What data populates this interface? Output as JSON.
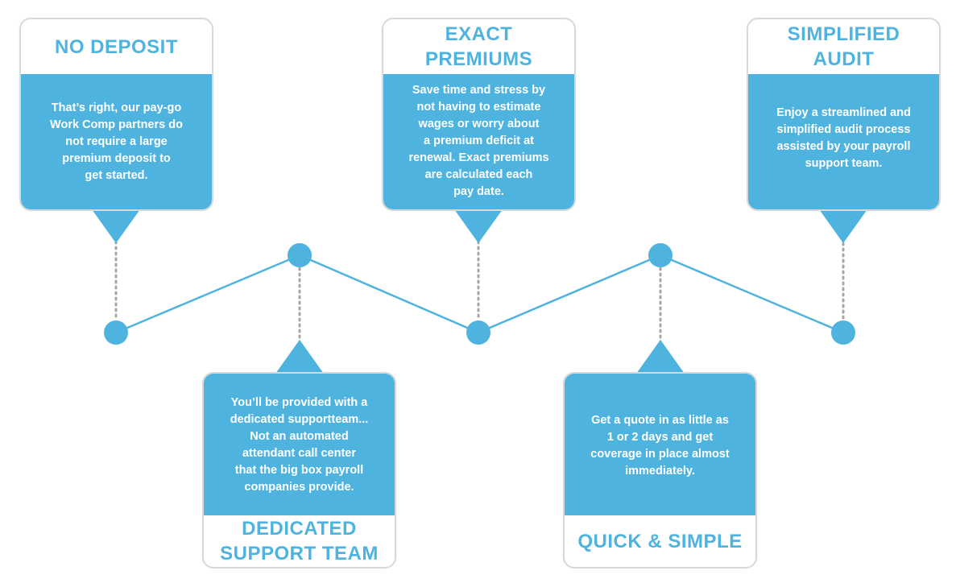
{
  "colors": {
    "accent": "#4fb3e0",
    "card_border": "#d9d9d9",
    "connector": "#a6a6a6"
  },
  "cards": [
    {
      "title": "NO DEPOSIT",
      "body": [
        "That’s right, our pay-go",
        "Work Comp partners do",
        "not require a large",
        "premium deposit to",
        "get started."
      ]
    },
    {
      "title": "EXACT\nPREMIUMS",
      "body": [
        "Save time and stress by",
        "not having to estimate",
        "wages or worry about",
        "a premium deficit at",
        "renewal. Exact premiums",
        "are calculated each",
        "pay date."
      ]
    },
    {
      "title": "SIMPLIFIED\nAUDIT",
      "body": [
        "Enjoy a streamlined and",
        "simplified audit process",
        "assisted by your payroll",
        "support team."
      ]
    },
    {
      "title": "DEDICATED\nSUPPORT TEAM",
      "body": [
        "You’ll be provided with a",
        "dedicated supportteam...",
        "Not an automated",
        "attendant call center",
        "that the big box payroll",
        "companies provide."
      ]
    },
    {
      "title": "QUICK & SIMPLE",
      "body": [
        "Get a quote in as little as",
        "1 or 2 days and get",
        "coverage in place almost",
        "immediately."
      ]
    }
  ]
}
